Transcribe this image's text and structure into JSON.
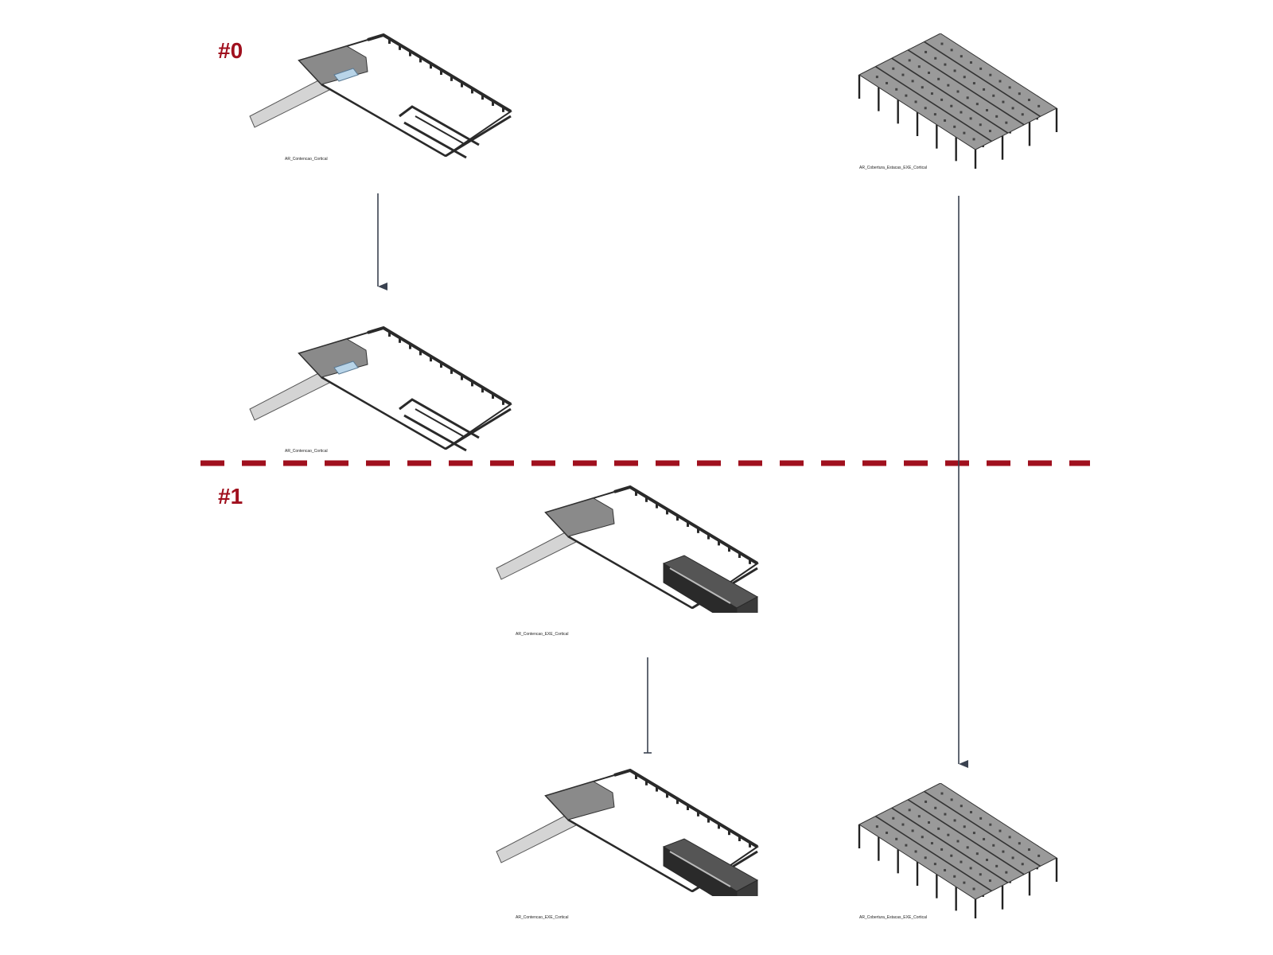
{
  "stages": [
    {
      "label": "#0"
    },
    {
      "label": "#1"
    }
  ],
  "models": [
    {
      "caption": "AR_Contencao_Cortical",
      "type": "floor-plan",
      "has_basin": false
    },
    {
      "caption": "AR_Contencao_Cortical",
      "type": "floor-plan",
      "has_basin": false
    },
    {
      "caption": "AR_Contencao_EXE_Cortical",
      "type": "floor-plan",
      "has_basin": true
    },
    {
      "caption": "AR_Contencao_EXE_Cortical",
      "type": "floor-plan",
      "has_basin": true
    },
    {
      "caption": "AR_Cobertura_Estacas_EXE_Cortical",
      "type": "pile-grid"
    },
    {
      "caption": "AR_Cobertura_Estacas_EXE_Cortical",
      "type": "pile-grid"
    }
  ],
  "colors": {
    "stage_label": "#a0101e",
    "divider": "#a0101e",
    "arrow": "#3a4250",
    "floor_slab": "#8a8a8a",
    "ramp": "#d4d4d4",
    "wall": "#2a2a2a",
    "glass": "#b8d4e8"
  }
}
